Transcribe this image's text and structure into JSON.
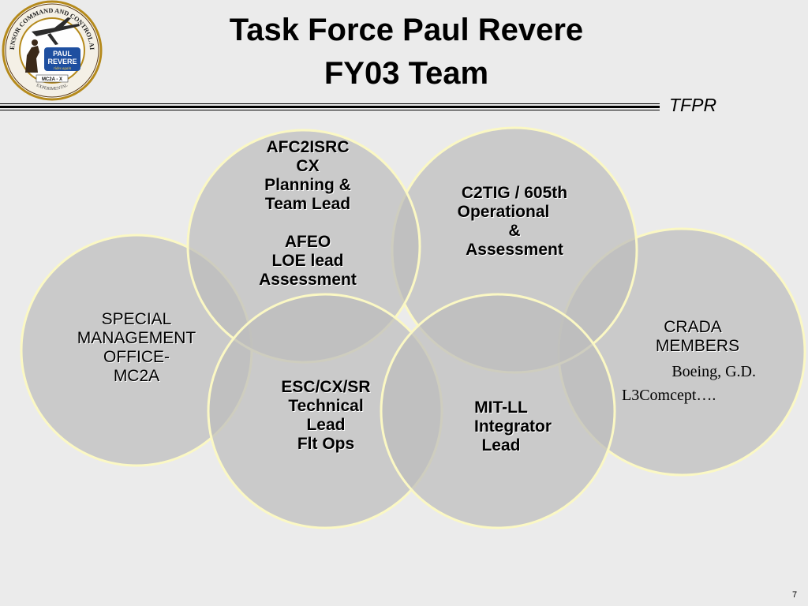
{
  "title": {
    "line1": "Task Force Paul Revere",
    "line2": "FY03 Team"
  },
  "header_tag": "TFPR",
  "logo": {
    "ring_text": "MULTI-SENSOR COMMAND AND CONTROL AIRCRAFT",
    "center_line1": "PAUL",
    "center_line2": "REVERE",
    "tagline": "rides again",
    "designation": "MC2A - X",
    "bottom_text": "EXPERIMENTAL"
  },
  "colors": {
    "background": "#ebebeb",
    "circle_fill": "#bcbcbc",
    "circle_border": "#fbf8c4"
  },
  "circles": [
    {
      "id": "afc2isrc",
      "lines": [
        "AFC2ISRC",
        "CX",
        "Planning &",
        "Team Lead",
        "",
        "AFEO",
        "LOE lead",
        "Assessment"
      ]
    },
    {
      "id": "c2tig",
      "lines": [
        "C2TIG / 605th",
        "Operational",
        "&",
        "Assessment"
      ]
    },
    {
      "id": "special-management",
      "lines": [
        "SPECIAL",
        "MANAGEMENT",
        "OFFICE-",
        "MC2A"
      ]
    },
    {
      "id": "crada",
      "lines": [
        "CRADA",
        "MEMBERS"
      ],
      "members": [
        "Boeing, G.D.",
        "L3Comcept…."
      ]
    },
    {
      "id": "esc",
      "lines": [
        "ESC/CX/SR",
        "Technical",
        "Lead",
        "Flt Ops"
      ]
    },
    {
      "id": "mit-ll",
      "lines": [
        "MIT-LL",
        "Integrator",
        "Lead"
      ]
    }
  ],
  "page_number": "7"
}
